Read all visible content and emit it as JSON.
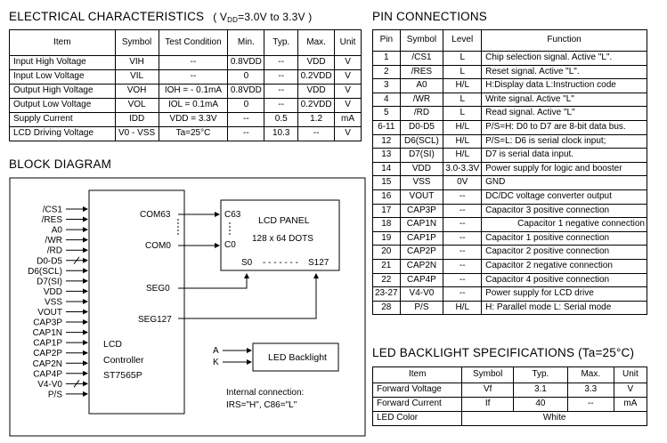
{
  "elec": {
    "title": "ELECTRICAL CHARACTERISTICS",
    "cond_open": "( V",
    "cond_sub": "DD",
    "cond_rest": "=3.0V to 3.3V )",
    "headers": [
      "Item",
      "Symbol",
      "Test Condition",
      "Min.",
      "Typ.",
      "Max.",
      "Unit"
    ],
    "rows": [
      [
        "Input  High Voltage",
        "VIH",
        "--",
        "0.8VDD",
        "--",
        "VDD",
        "V"
      ],
      [
        "Input  Low Voltage",
        "VIL",
        "--",
        "0",
        "--",
        "0.2VDD",
        "V"
      ],
      [
        "Output High Voltage",
        "VOH",
        "IOH = - 0.1mA",
        "0.8VDD",
        "--",
        "VDD",
        "V"
      ],
      [
        "Output Low Voltage",
        "VOL",
        "IOL =  0.1mA",
        "0",
        "--",
        "0.2VDD",
        "V"
      ],
      [
        "Supply Current",
        "IDD",
        "VDD = 3.3V",
        "--",
        "0.5",
        "1.2",
        "mA"
      ],
      [
        "LCD Driving Voltage",
        "V0 - VSS",
        "Ta=25°C",
        "--",
        "10.3",
        "--",
        "V"
      ]
    ]
  },
  "pins": {
    "title": "PIN CONNECTIONS",
    "headers": [
      "Pin",
      "Symbol",
      "Level",
      "Function"
    ],
    "rows": [
      [
        "1",
        "/CS1",
        "L",
        "Chip selection signal. Active \"L\"."
      ],
      [
        "2",
        "/RES",
        "L",
        "Reset signal. Active \"L\"."
      ],
      [
        "3",
        "A0",
        "H/L",
        "H:Display data     L:Instruction code"
      ],
      [
        "4",
        "/WR",
        "L",
        "Write signal. Active \"L\""
      ],
      [
        "5",
        "/RD",
        "L",
        "Read signal. Active \"L\""
      ],
      [
        "6-11",
        "D0-D5",
        "H/L",
        "P/S=H: D0 to D7 are 8-bit data bus."
      ],
      [
        "12",
        "D6(SCL)",
        "H/L",
        "P/S=L: D6 is serial clock input;"
      ],
      [
        "13",
        "D7(SI)",
        "H/L",
        "D7 is serial data input."
      ],
      [
        "14",
        "VDD",
        "3.0-3.3V",
        "Power supply for logic and booster"
      ],
      [
        "15",
        "VSS",
        "0V",
        "GND"
      ],
      [
        "16",
        "VOUT",
        "--",
        "DC/DC voltage converter output"
      ],
      [
        "17",
        "CAP3P",
        "--",
        "Capacitor 3 positive connection"
      ],
      [
        "18",
        "CAP1N",
        "--",
        "Capacitor 1 negative connection"
      ],
      [
        "19",
        "CAP1P",
        "--",
        "Capacitor 1 positive connection"
      ],
      [
        "20",
        "CAP2P",
        "--",
        "Capacitor 2 positive connection"
      ],
      [
        "21",
        "CAP2N",
        "--",
        "Capacitor 2 negative connection"
      ],
      [
        "22",
        "CAP4P",
        "--",
        "Capacitor 4 positive connection"
      ],
      [
        "23-27",
        "V4-V0",
        "--",
        "Power supply for LCD drive"
      ],
      [
        "28",
        "P/S",
        "H/L",
        "H: Parallel mode     L: Serial mode"
      ]
    ]
  },
  "block": {
    "title": "BLOCK DIAGRAM",
    "inputs": [
      "/CS1",
      "/RES",
      "A0",
      "/WR",
      "/RD",
      "D0-D5",
      "D6(SCL)",
      "D7(SI)",
      "VDD",
      "VSS",
      "VOUT",
      "CAP3P",
      "CAP1N",
      "CAP1P",
      "CAP2P",
      "CAP2N",
      "CAP4P",
      "V4-V0",
      "P/S"
    ],
    "controller": [
      "LCD",
      "Controller",
      "ST7565P"
    ],
    "com63": "COM63",
    "com0": "COM0",
    "seg0": "SEG0",
    "seg127": "SEG127",
    "panel_title": "LCD  PANEL",
    "panel_dots": "128 x 64 DOTS",
    "c63": "C63",
    "c0": "C0",
    "s0": "S0",
    "s_dash": "- - - - - - -",
    "s127": "S127",
    "a": "A",
    "k": "K",
    "backlight": "LED Backlight",
    "internal1": "Internal connection:",
    "internal2": "IRS=\"H\", C86=\"L\""
  },
  "led": {
    "title": "LED BACKLIGHT SPECIFICATIONS (Ta=25°C)",
    "headers": [
      "Item",
      "Symbol",
      "Typ.",
      "Max.",
      "Unit"
    ],
    "rows": [
      [
        "Forward Voltage",
        "Vf",
        "3.1",
        "3.3",
        "V"
      ],
      [
        "Forward Current",
        "If",
        "40",
        "--",
        "mA"
      ],
      [
        "LED Color",
        "",
        "White",
        "",
        ""
      ]
    ]
  }
}
